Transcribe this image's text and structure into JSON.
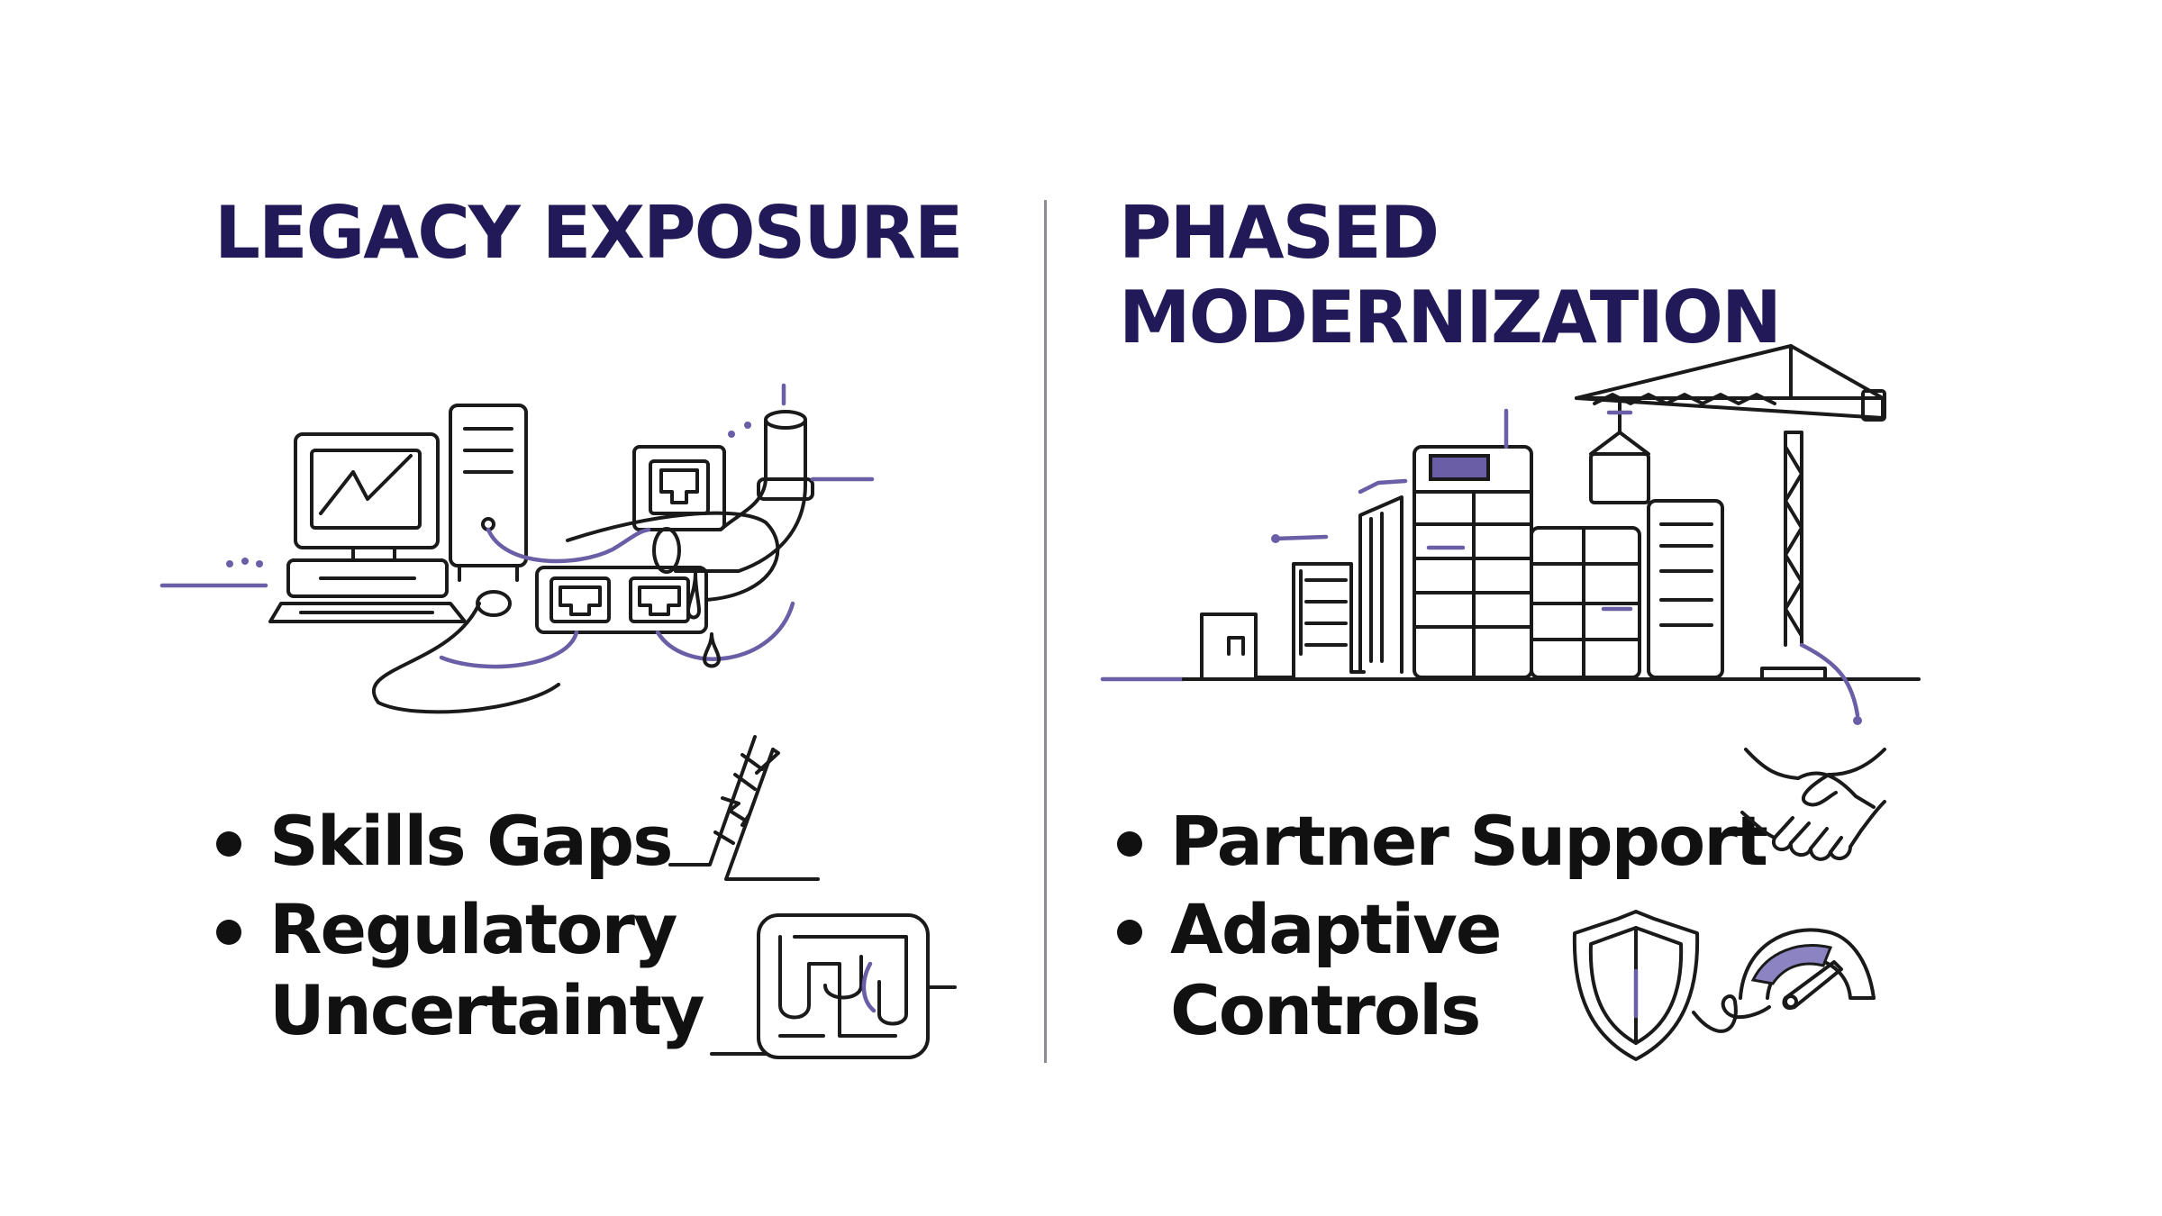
{
  "left_panel": {
    "title": "LEGACY EXPOSURE",
    "bullets": [
      {
        "label": "Skills Gaps",
        "icon": "broken-ladder-icon"
      },
      {
        "label_lines": [
          "Regulatory",
          "Uncertainty"
        ],
        "icon": "maze-icon"
      }
    ],
    "illustration": "legacy-hardware-icon"
  },
  "right_panel": {
    "title_lines": [
      "PHASED",
      "MODERNIZATION"
    ],
    "bullets": [
      {
        "label": "Partner Support",
        "icon": "handshake-icon"
      },
      {
        "label_lines": [
          "Adaptive",
          "Controls"
        ],
        "icon": "shield-gauge-icon"
      }
    ],
    "illustration": "construction-crane-icon"
  },
  "colors": {
    "heading": "#221a58",
    "accent": "#6a5fa6",
    "text": "#111111",
    "divider": "#8f8c99"
  }
}
